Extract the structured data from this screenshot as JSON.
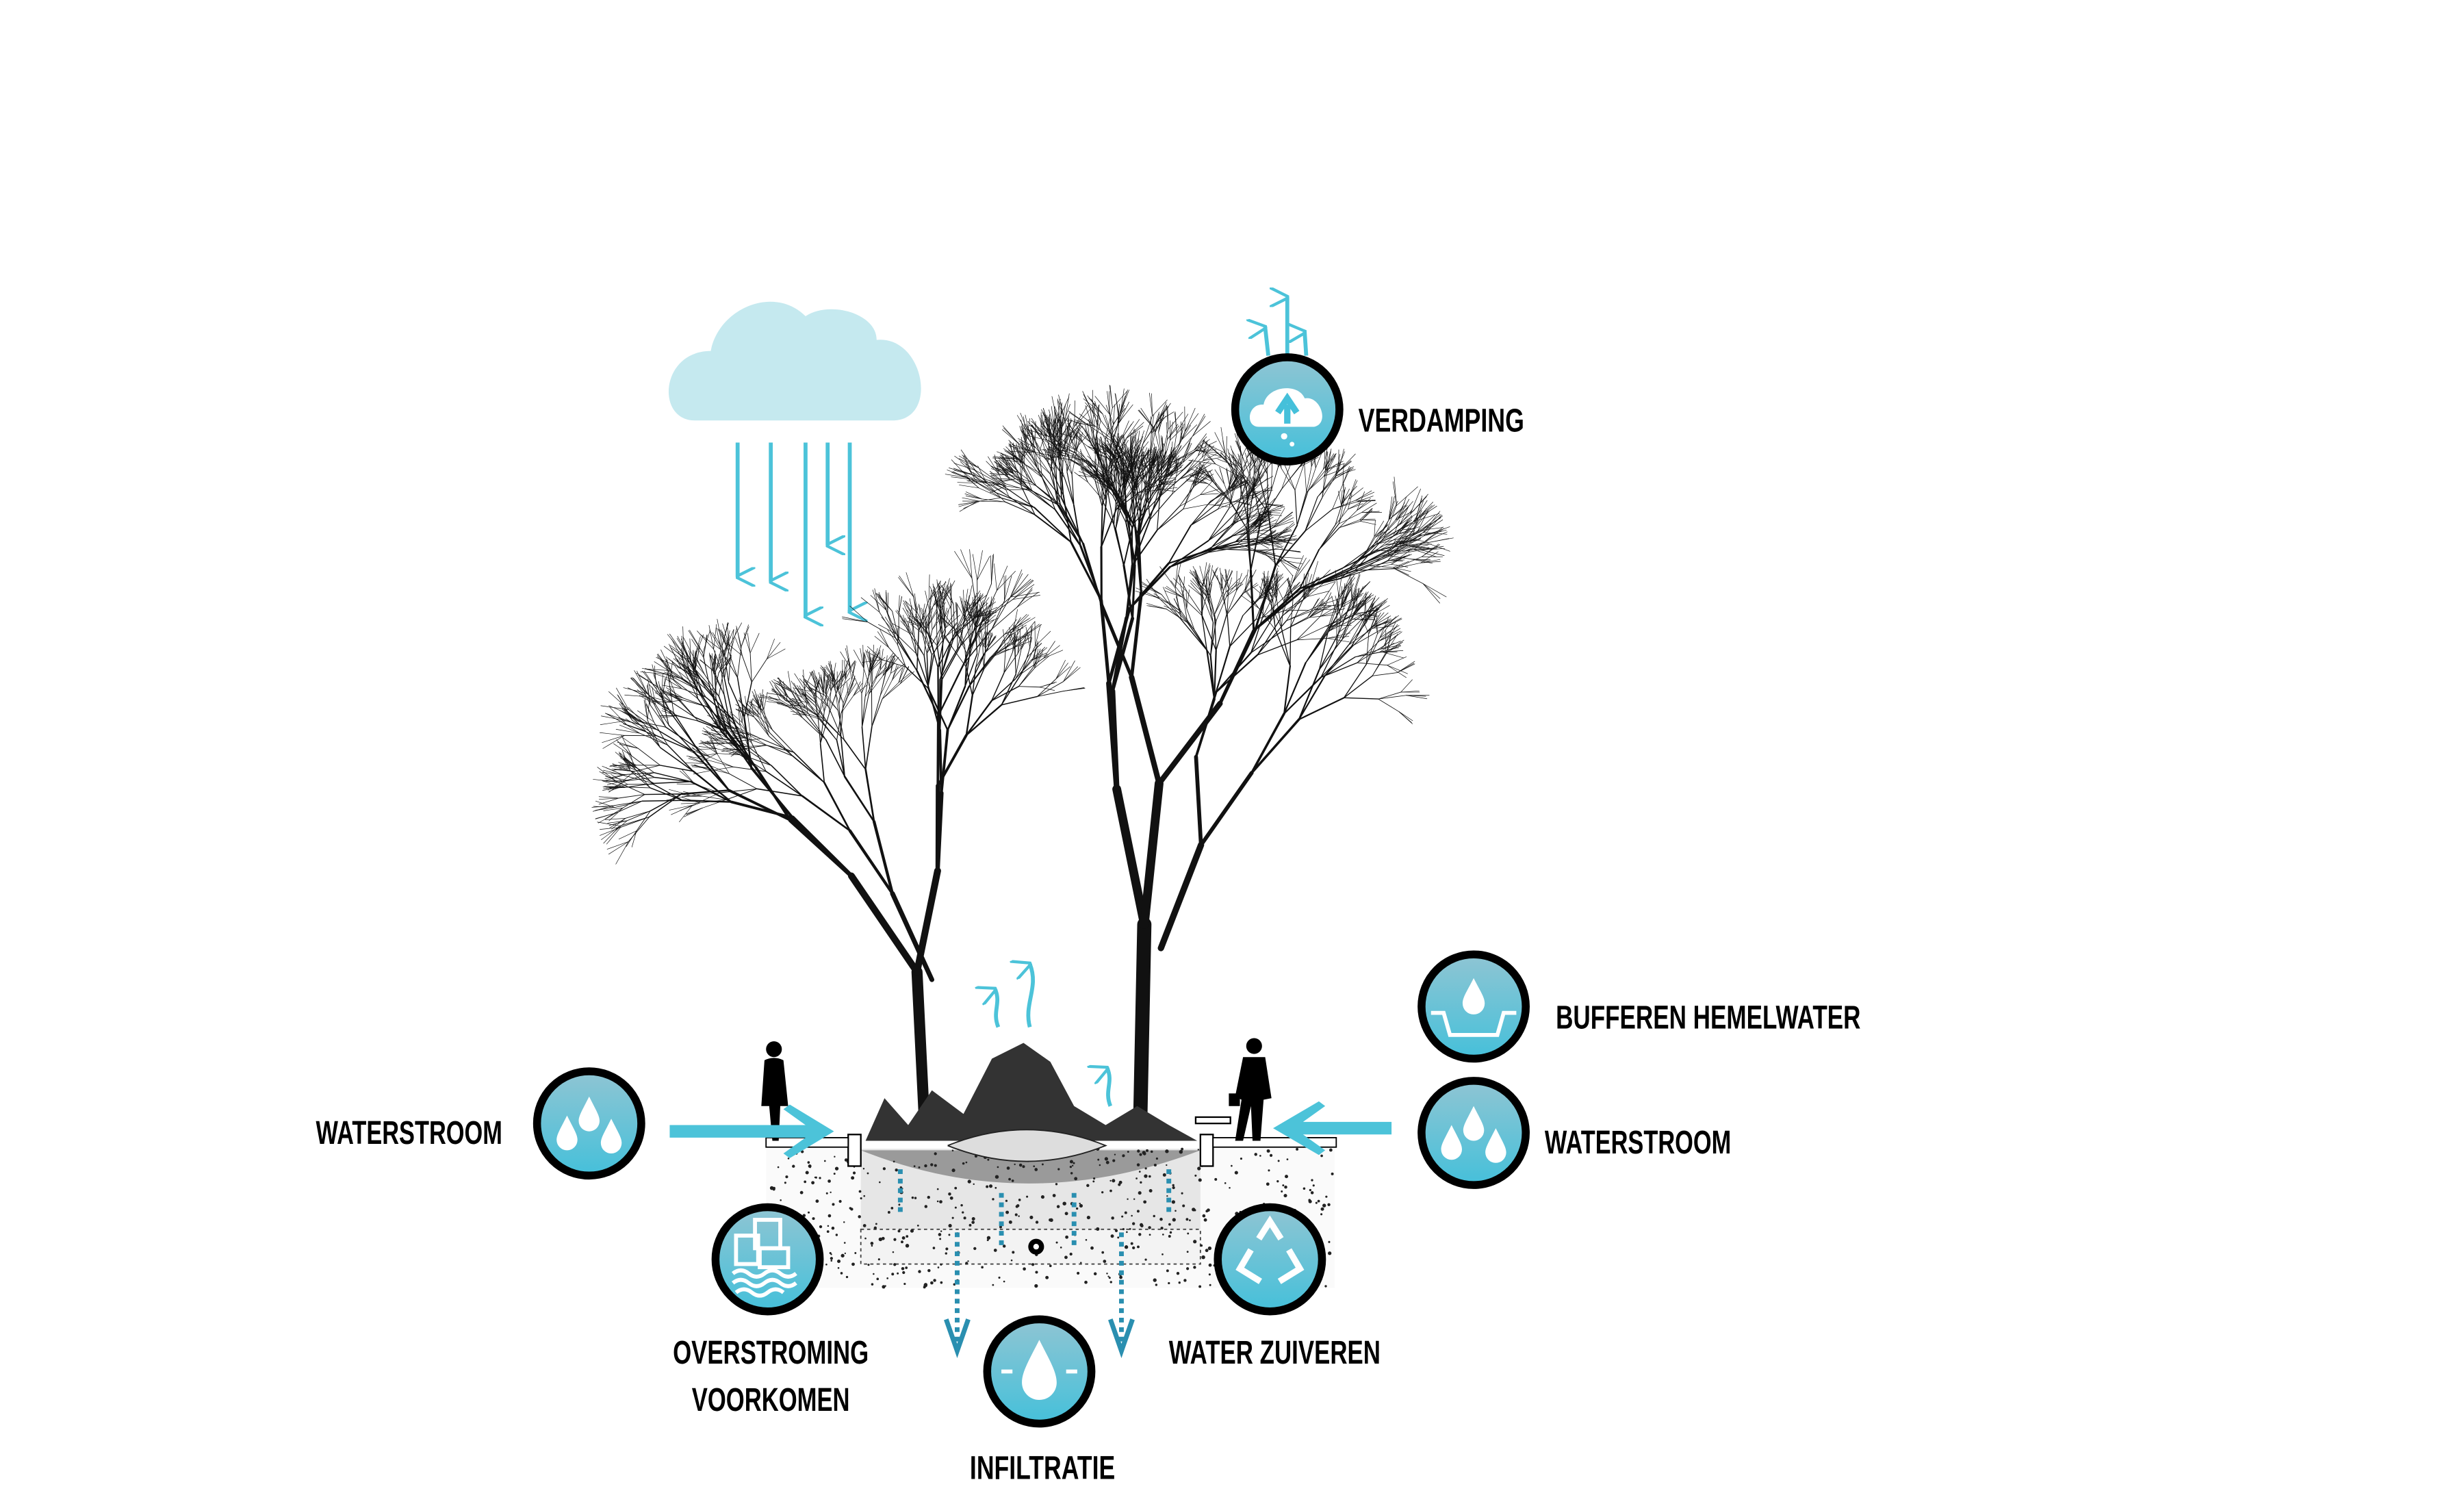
{
  "labels": {
    "verdamping": "VERDAMPING",
    "bufferen": "BUFFEREN HEMELWATER",
    "waterstroom_right": "WATERSTROOM",
    "waterstroom_left": "WATERSTROOM",
    "overstroming_line1": "OVERSTROMING",
    "overstroming_line2": "VOORKOMEN",
    "infiltratie": "INFILTRATIE",
    "water_zuiveren": "WATER ZUIVEREN"
  },
  "colors": {
    "water": "#4cc3d9",
    "icon_top": "#8fc5d3",
    "icon_bottom": "#45c0da",
    "cloud": "#c5e9ef",
    "dashed_arrow": "#2a8fb0"
  }
}
